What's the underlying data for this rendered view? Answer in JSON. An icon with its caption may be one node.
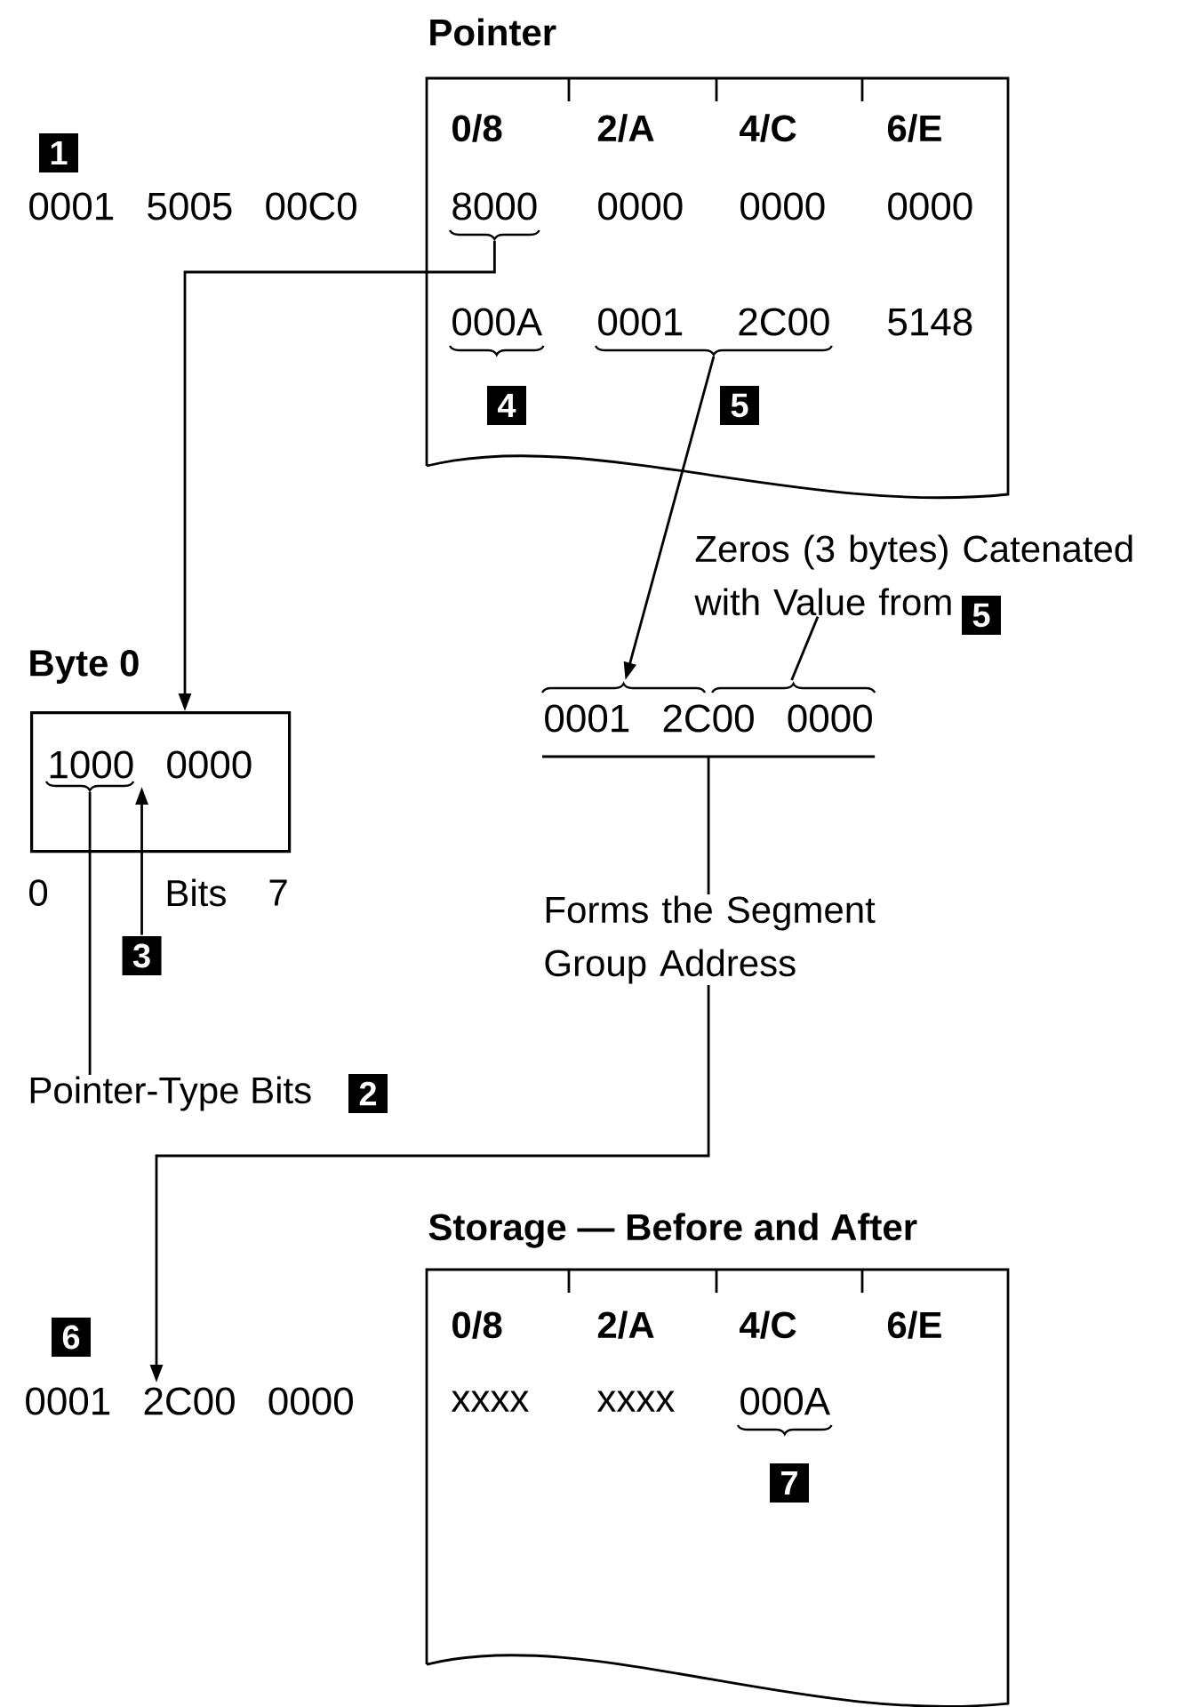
{
  "diagram": {
    "nodes": [
      {
        "text": [
          "Pointer",
          "0/8",
          "2/A",
          "4/C",
          "6/E",
          "0000",
          "0000",
          "0000",
          "000A",
          "5148"
        ]
      },
      {
        "text": [
          "8000"
        ],
        "in": 0
      },
      {
        "text": [
          "0001",
          "2C00"
        ],
        "in": 0
      },
      {
        "text": [
          "4"
        ],
        "in": 0
      },
      {
        "text": [
          "5"
        ],
        "in": 0
      },
      {
        "text": [
          "1"
        ]
      },
      {
        "text": [
          "Zeros (3 bytes) Catenated with Value from"
        ]
      },
      {
        "text": [
          "5"
        ]
      },
      {
        "text": [
          "Byte 0",
          "1000 0000"
        ]
      },
      {
        "text": [
          "0001 2C00 0000"
        ]
      },
      {
        "text": [
          "3"
        ]
      },
      {
        "text": [
          "Forms the Segment Group Address"
        ]
      },
      {
        "text": [
          "Pointer-Type Bits"
        ]
      },
      {
        "text": [
          "2"
        ]
      },
      {
        "text": [
          "6"
        ]
      },
      {
        "text": [
          "0001 2C00 0000"
        ]
      },
      {
        "text": [
          "Storage — Before and After",
          "0/8",
          "2/A",
          "4/C",
          "6/E",
          "xxxx",
          "xxxx",
          "000A"
        ]
      },
      {
        "text": [
          "7"
        ],
        "in": 16
      }
    ],
    "edges": [
      {
        "from": 1,
        "to": 8,
        "arrow": "to"
      },
      {
        "from": 2,
        "to": 9,
        "arrow": "to"
      },
      {
        "from": 6,
        "to": 9,
        "arrow": "none"
      },
      {
        "from": 10,
        "to": 8,
        "arrow": "to"
      },
      {
        "from": 8,
        "to": 12,
        "arrow": "none"
      },
      {
        "from": 9,
        "to": 11,
        "arrow": "none"
      },
      {
        "from": 11,
        "to": 15,
        "arrow": "to"
      }
    ],
    "labels": [
      "0001 5005 00C0",
      "0",
      "Bits",
      "7"
    ]
  }
}
